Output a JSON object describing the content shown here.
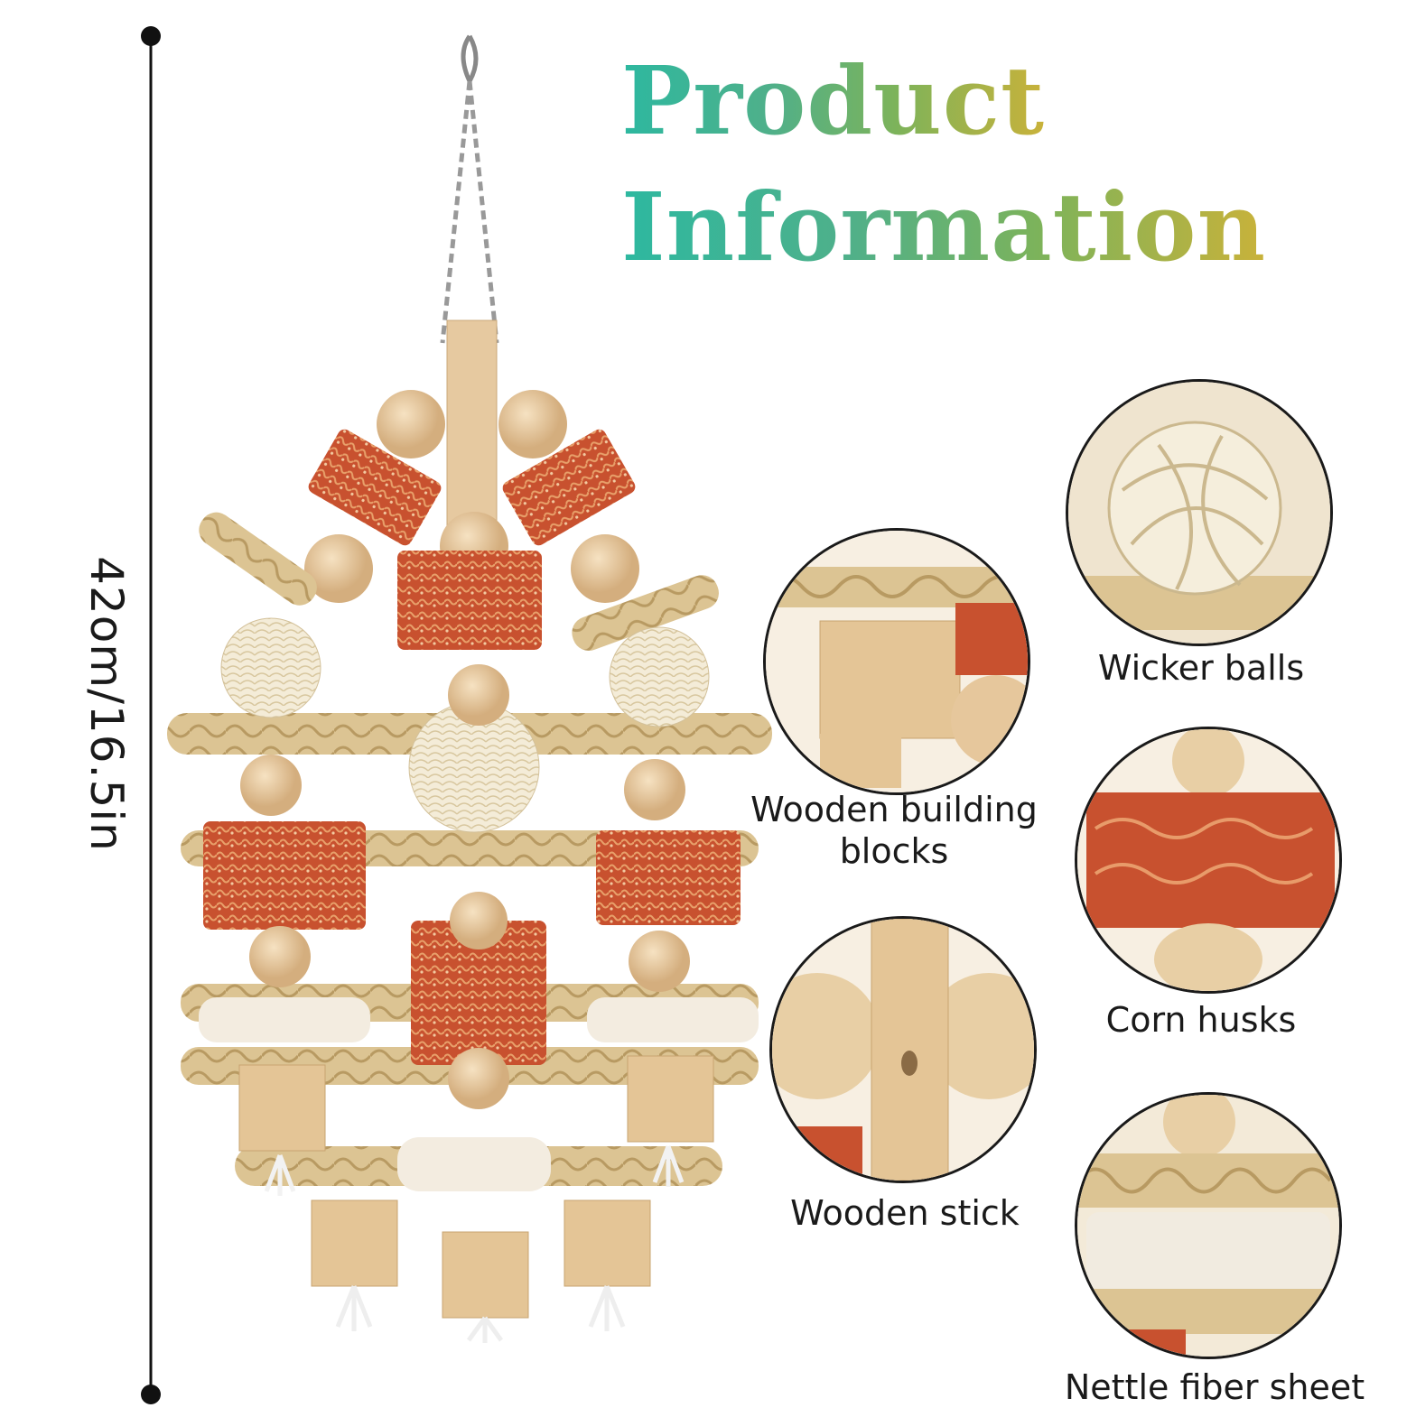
{
  "title": {
    "line1": "Product",
    "line2": "Information"
  },
  "dimension": {
    "label": "42om/16.5in"
  },
  "features": [
    {
      "label": "Wooden building\nblocks",
      "icon": "wooden-block-closeup"
    },
    {
      "label": "Wooden stick",
      "icon": "wooden-stick-closeup"
    },
    {
      "label": "Wicker balls",
      "icon": "wicker-ball-closeup"
    },
    {
      "label": "Corn husks",
      "icon": "corn-husk-closeup"
    },
    {
      "label": "Nettle fiber sheet",
      "icon": "nettle-fiber-closeup"
    }
  ],
  "colors": {
    "wood": "#e6c9a0",
    "corn_husk": "#c8512f",
    "braid": "#d9c08e",
    "wicker": "#f1e8d2",
    "text": "#1a1a1a"
  }
}
